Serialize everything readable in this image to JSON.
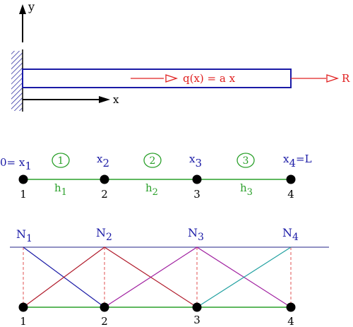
{
  "axes": {
    "y_label": "y",
    "x_label": "x"
  },
  "beam": {
    "load_label": "q(x) = a x",
    "end_force_label": "R"
  },
  "mesh": {
    "node_coordinates": [
      {
        "prefix": "0= x",
        "sub": "1",
        "suffix": ""
      },
      {
        "prefix": "x",
        "sub": "2",
        "suffix": ""
      },
      {
        "prefix": "x",
        "sub": "3",
        "suffix": ""
      },
      {
        "prefix": "x",
        "sub": "4",
        "suffix": "=L"
      }
    ],
    "element_numbers": [
      "1",
      "2",
      "3"
    ],
    "element_lengths": [
      {
        "base": "h",
        "sub": "1"
      },
      {
        "base": "h",
        "sub": "2"
      },
      {
        "base": "h",
        "sub": "3"
      }
    ],
    "node_numbers": [
      "1",
      "2",
      "3",
      "4"
    ]
  },
  "shape_functions": {
    "labels": [
      {
        "base": "N",
        "sub": "1"
      },
      {
        "base": "N",
        "sub": "2"
      },
      {
        "base": "N",
        "sub": "3"
      },
      {
        "base": "N",
        "sub": "4"
      }
    ],
    "node_numbers": [
      "1",
      "2",
      "3",
      "4"
    ]
  },
  "colors": {
    "axis": "#000000",
    "beam": "#1a1aa6",
    "load": "#e02020",
    "coord_text": "#1a1aa6",
    "element": "#2aa02a",
    "N1": "#1a1aa6",
    "N2": "#b01a2a",
    "N3": "#a020a0",
    "N4": "#20a0a0",
    "unity_line": "#5050a0",
    "guides": "#e05050"
  }
}
